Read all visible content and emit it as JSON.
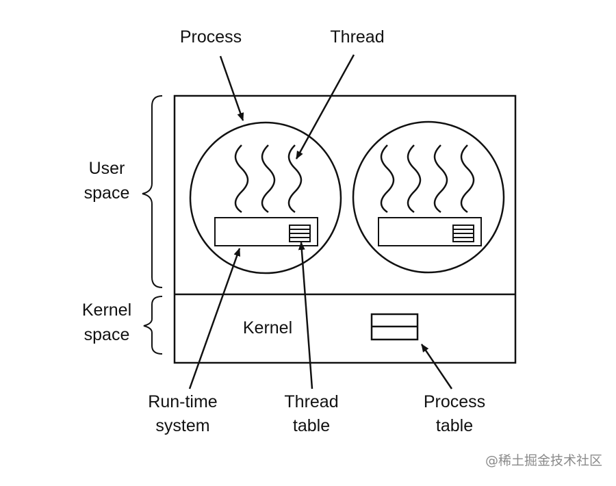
{
  "labels": {
    "process": "Process",
    "thread": "Thread",
    "user_space_line1": "User",
    "user_space_line2": "space",
    "kernel_space_line1": "Kernel",
    "kernel_space_line2": "space",
    "kernel": "Kernel",
    "runtime_line1": "Run-time",
    "runtime_line2": "system",
    "thread_table_line1": "Thread",
    "thread_table_line2": "table",
    "process_table_line1": "Process",
    "process_table_line2": "table"
  },
  "watermark": "@稀土掘金技术社区",
  "colors": {
    "ink": "#111111",
    "watermark": "#8a8a8a",
    "background": "#ffffff"
  }
}
